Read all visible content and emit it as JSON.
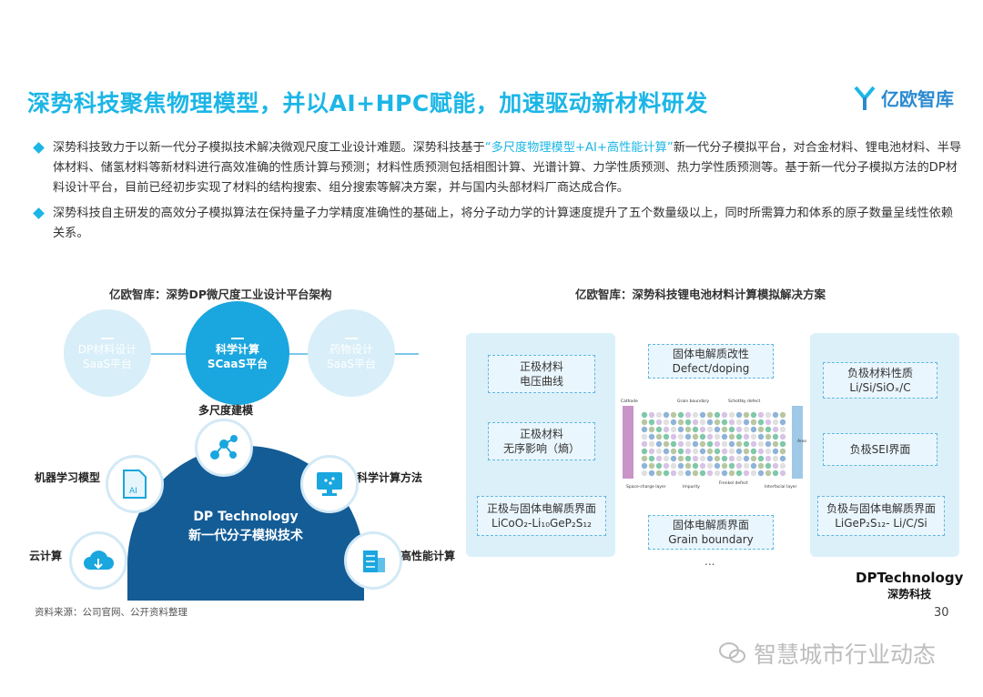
{
  "title": "深势科技聚焦物理模型，并以AI+HPC赋能，加速驱动新材料研发",
  "logo_text": "亿欧智库",
  "bullets": {
    "b1_part1": "深势科技致力于以新一代分子模拟技术解决微观尺度工业设计难题。深势科技基于",
    "b1_highlight": "“多尺度物理模型+AI+高性能计算”",
    "b1_part2": "新一代分子模拟平台，对合金材料、锂电池材料、半导体材料、储氢材料等新材料进行高效准确的性质计算与预测；材料性质预测包括相图计算、光谱计算、力学性质预测、热力学性质预测等。基于新一代分子模拟方法的DP材料设计平台，目前已经初步实现了材料的结构搜索、组分搜索等解决方案，并与国内头部材料厂商达成合作。",
    "b2": "深势科技自主研发的高效分子模拟算法在保持量子力学精度准确性的基础上，将分子动力学的计算速度提升了五个数量级以上，同时所需算力和体系的原子数量呈线性依赖关系。"
  },
  "left_subtitle": "亿欧智库：深势DP微尺度工业设计平台架构",
  "right_subtitle": "亿欧智库：深势科技锂电池材料计算模拟解决方案",
  "left": {
    "c1_line1": "DP材料设计",
    "c1_line2": "SaaS平台",
    "c2_line1": "科学计算",
    "c2_line2": "SCaaS平台",
    "c3_line1": "药物设计",
    "c3_line2": "SaaS平台",
    "multi_scale": "多尺度建模",
    "ml_model": "机器学习模型",
    "sci_method": "科学计算方法",
    "cloud": "云计算",
    "hpc": "高性能计算",
    "dome_line1": "DP Technology",
    "dome_line2": "新一代分子模拟技术"
  },
  "right": {
    "l1_line1": "正极材料",
    "l1_line2": "电压曲线",
    "l2_line1": "正极材料",
    "l2_line2": "无序影响（熵）",
    "l3_line1": "正极与固体电解质界面",
    "l3_line2": "LiCoO₂-Li₁₀GeP₂S₁₂",
    "t_line1": "固体电解质改性",
    "t_line2": "Defect/doping",
    "b_line1": "固体电解质界面",
    "b_line2": "Grain boundary",
    "r1_line1": "负极材料性质",
    "r1_line2": "Li/Si/SiOₓ/C",
    "r2": "负极SEI界面",
    "r3_line1": "负极与固体电解质界面",
    "r3_line2": "LiGeP₂S₁₂- Li/C/Si",
    "dots": "...",
    "sim_labels": [
      "Cathode",
      "Grain boundary",
      "Schottky defect",
      "Space-charge layer",
      "Impurity",
      "Frenkel defect",
      "Interfacial layer",
      "Anode"
    ]
  },
  "dp_brand_line1": "DPTechnology",
  "dp_brand_line2": "深势科技",
  "source": "资料来源：公司官网、公开资料整理",
  "page_number": "30",
  "watermark": "智慧城市行业动态",
  "colors": {
    "accent": "#1cb6e6",
    "dome": "#135c96",
    "panel": "#dcf0fa"
  }
}
